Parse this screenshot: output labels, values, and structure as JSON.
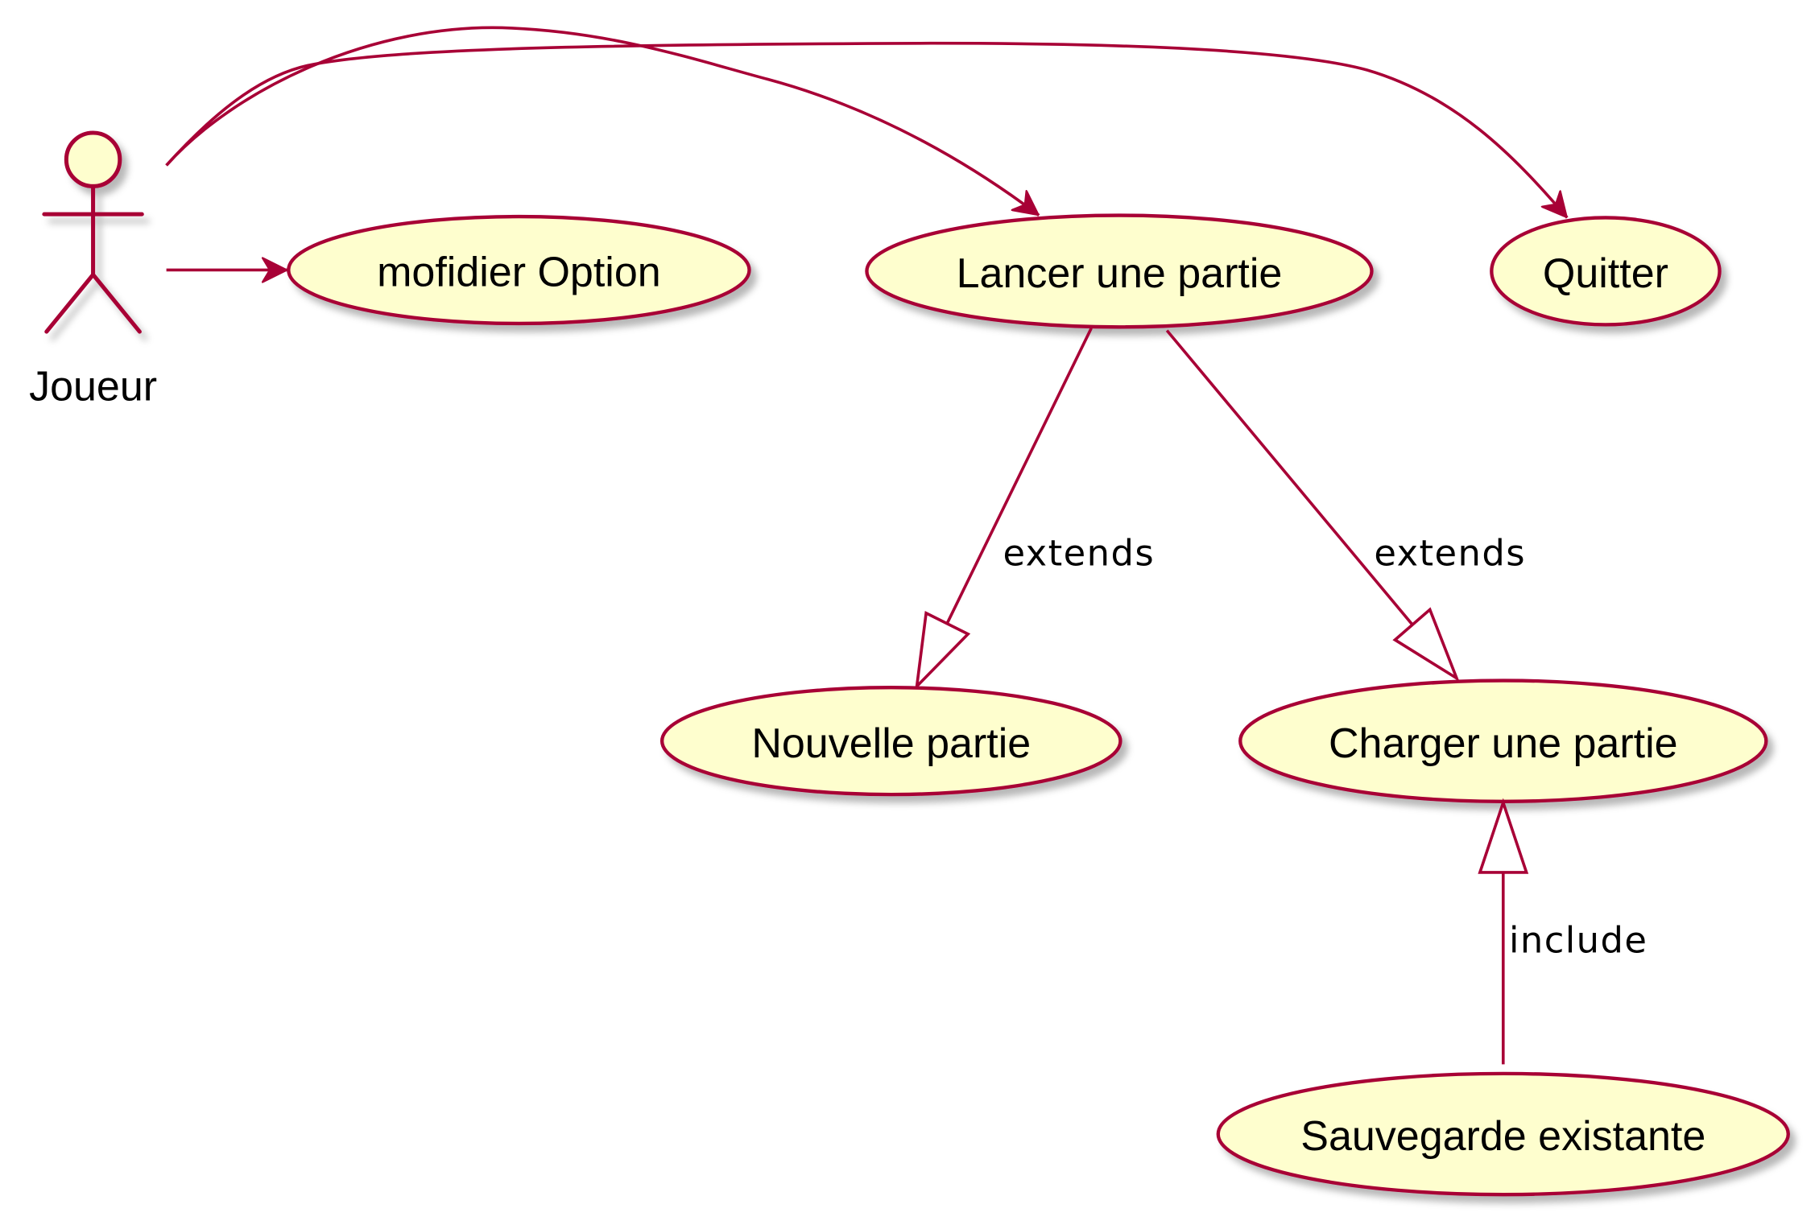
{
  "diagram": {
    "actor": {
      "label": "Joueur"
    },
    "use_cases": {
      "modifier_option": "mofidier Option",
      "lancer_partie": "Lancer une partie",
      "quitter": "Quitter",
      "nouvelle_partie": "Nouvelle partie",
      "charger_partie": "Charger une partie",
      "sauvegarde_existante": "Sauvegarde existante"
    },
    "relations": {
      "extends_nouvelle": "extends",
      "extends_charger": "extends",
      "include_sauvegarde": "include"
    }
  },
  "colors": {
    "border": "#A80036",
    "fill": "#FEFECE",
    "background": "#FFFFFF"
  }
}
